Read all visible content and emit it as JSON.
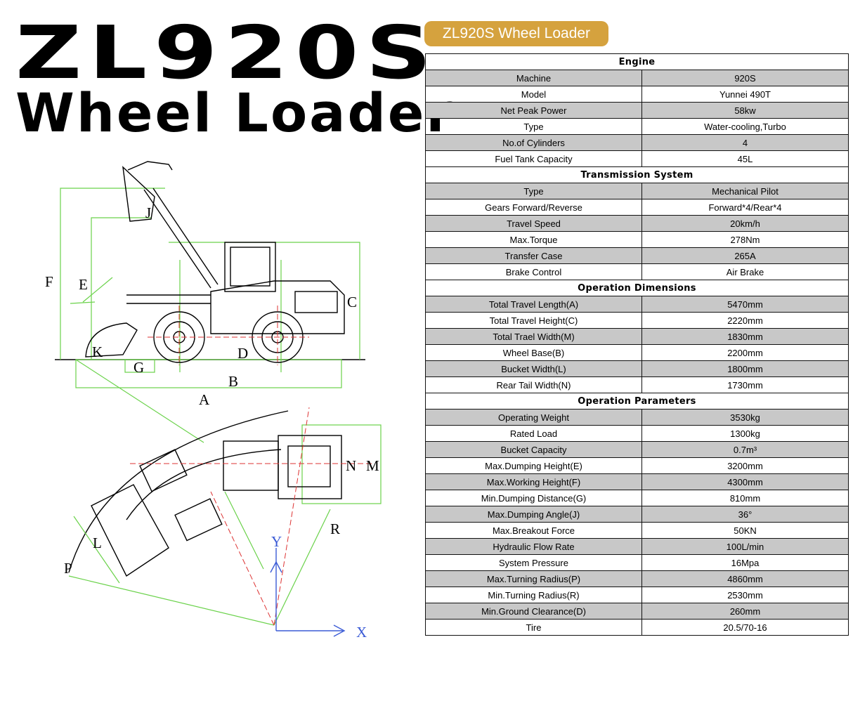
{
  "header": {
    "title_line1": "ZL920S",
    "title_line2": "Wheel Loader",
    "badge": "ZL920S Wheel Loader"
  },
  "diagram": {
    "labels": {
      "A": "A",
      "B": "B",
      "C": "C",
      "D": "D",
      "E": "E",
      "F": "F",
      "G": "G",
      "J": "J",
      "K": "K",
      "L": "L",
      "M": "M",
      "N": "N",
      "P": "P",
      "R": "R",
      "X": "X",
      "Y": "Y"
    }
  },
  "specs": {
    "sections": [
      {
        "title": "Engine",
        "rows": [
          {
            "label": "Machine",
            "value": "920S"
          },
          {
            "label": "Model",
            "value": "Yunnei 490T"
          },
          {
            "label": "Net Peak Power",
            "value": "58kw"
          },
          {
            "label": "Type",
            "value": "Water-cooling,Turbo"
          },
          {
            "label": "No.of Cylinders",
            "value": "4"
          },
          {
            "label": "Fuel Tank Capacity",
            "value": "45L"
          }
        ]
      },
      {
        "title": "Transmission System",
        "rows": [
          {
            "label": "Type",
            "value": "Mechanical Pilot"
          },
          {
            "label": "Gears Forward/Reverse",
            "value": "Forward*4/Rear*4"
          },
          {
            "label": "Travel Speed",
            "value": "20km/h"
          },
          {
            "label": "Max.Torque",
            "value": "278Nm"
          },
          {
            "label": "Transfer Case",
            "value": "265A"
          },
          {
            "label": "Brake Control",
            "value": "Air Brake"
          }
        ]
      },
      {
        "title": "Operation Dimensions",
        "rows": [
          {
            "label": "Total Travel Length(A)",
            "value": "5470mm"
          },
          {
            "label": "Total Travel Height(C)",
            "value": "2220mm"
          },
          {
            "label": "Total Trael Width(M)",
            "value": "1830mm"
          },
          {
            "label": "Wheel Base(B)",
            "value": "2200mm"
          },
          {
            "label": "Bucket Width(L)",
            "value": "1800mm"
          },
          {
            "label": "Rear Tail Width(N)",
            "value": "1730mm"
          }
        ]
      },
      {
        "title": "Operation Parameters",
        "rows": [
          {
            "label": "Operating Weight",
            "value": "3530kg"
          },
          {
            "label": "Rated Load",
            "value": "1300kg"
          },
          {
            "label": "Bucket Capacity",
            "value": "0.7m³"
          },
          {
            "label": "Max.Dumping Height(E)",
            "value": "3200mm"
          },
          {
            "label": "Max.Working Height(F)",
            "value": "4300mm"
          },
          {
            "label": "Min.Dumping Distance(G)",
            "value": "810mm"
          },
          {
            "label": "Max.Dumping Angle(J)",
            "value": "36°"
          },
          {
            "label": "Max.Breakout Force",
            "value": "50KN"
          },
          {
            "label": "Hydraulic Flow Rate",
            "value": "100L/min"
          },
          {
            "label": "System Pressure",
            "value": "16Mpa"
          },
          {
            "label": "Max.Turning Radius(P)",
            "value": "4860mm"
          },
          {
            "label": "Min.Turning Radius(R)",
            "value": "2530mm"
          },
          {
            "label": "Min.Ground Clearance(D)",
            "value": "260mm"
          },
          {
            "label": "Tire",
            "value": "20.5/70-16"
          }
        ]
      }
    ]
  }
}
